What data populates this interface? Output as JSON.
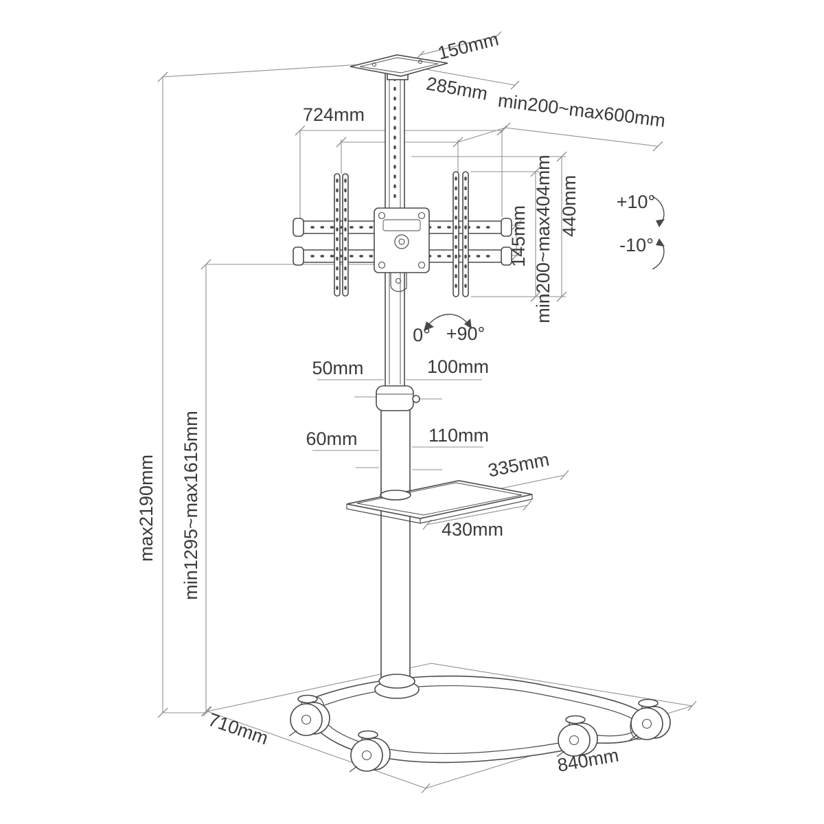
{
  "meta": {
    "background": "#ffffff",
    "part_line_color": "#4a4a4a",
    "dimension_line_color": "#8f8f8f",
    "text_color": "#3a3a3a"
  },
  "diagram": {
    "labels": {
      "top_plate_depth": "150mm",
      "top_plate_width": "285mm",
      "rail_width": "724mm",
      "vesa_horizontal": "min200~max600mm",
      "bracket_height": "440mm",
      "vesa_vertical": "min200~max404mm",
      "rail_gap": "145mm",
      "tilt_up": "+10°",
      "tilt_down": "-10°",
      "rotate_min": "0°",
      "rotate_max": "+90°",
      "pole_dim_a": "50mm",
      "pole_dim_b": "100mm",
      "shelf_dim_a": "60mm",
      "shelf_dim_b": "110mm",
      "shelf_depth": "335mm",
      "shelf_width": "430mm",
      "height_max": "max2190mm",
      "height_range": "min1295~max1615mm",
      "base_depth": "710mm",
      "base_width": "840mm"
    }
  }
}
